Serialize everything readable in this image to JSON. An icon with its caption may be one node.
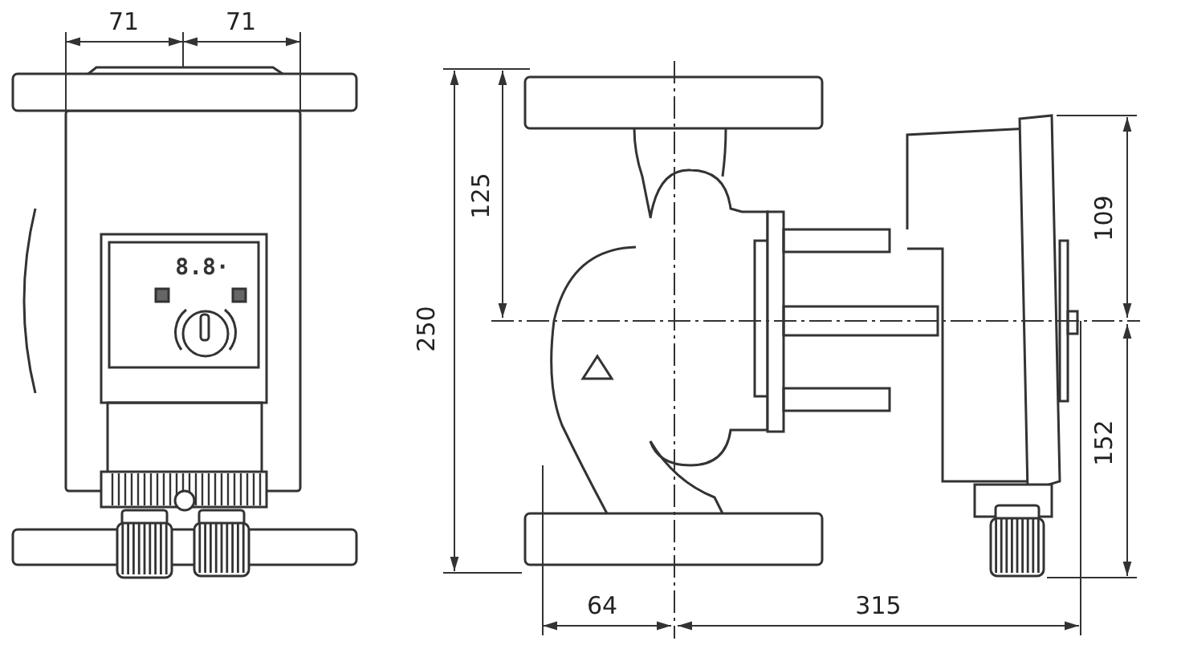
{
  "diagram": {
    "labels": [
      "71",
      "71",
      "8.8·",
      "125",
      "250",
      "109",
      "152",
      "64",
      "315"
    ]
  }
}
